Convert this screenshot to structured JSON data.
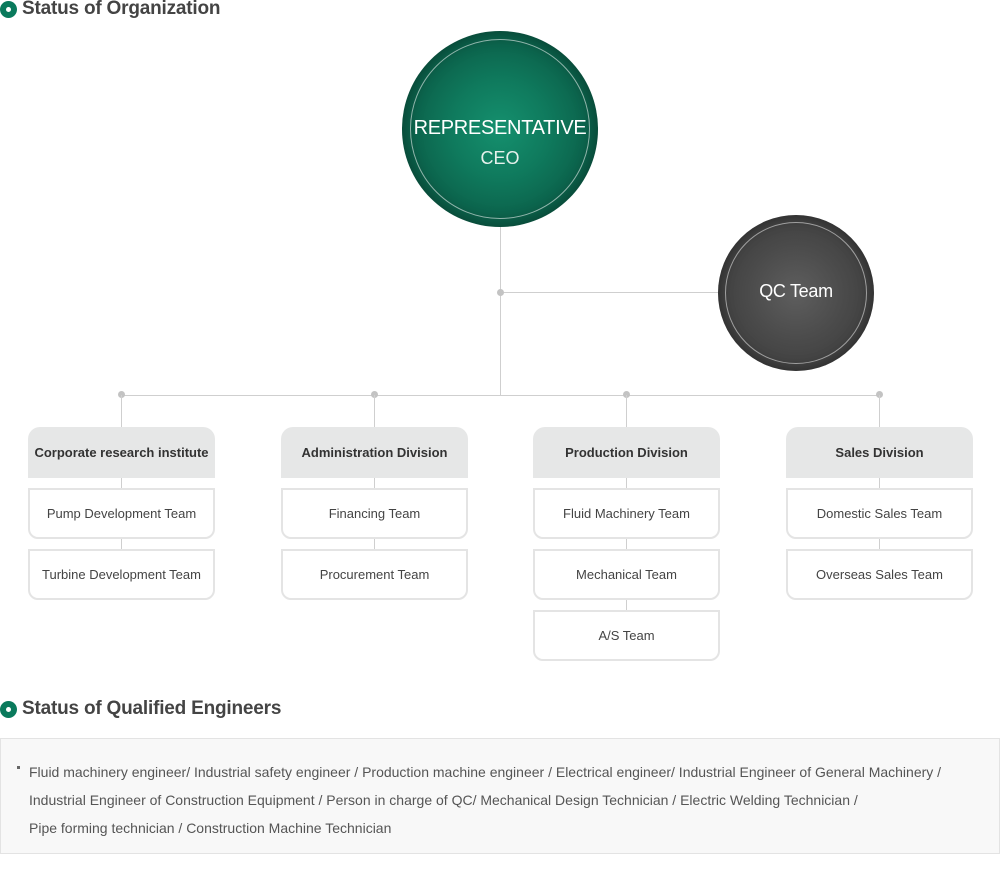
{
  "sections": {
    "organization_title": "Status of Organization",
    "engineers_title": "Status of Qualified Engineers"
  },
  "colors": {
    "accent": "#0a7a5c",
    "ceo_circle": "#0f7a5d",
    "qc_circle": "#4a4a4a",
    "division_bg": "#e6e7e7"
  },
  "ceo": {
    "title": "REPRESENTATIVE",
    "subtitle": "CEO"
  },
  "qc": {
    "title": "QC Team"
  },
  "divisions": [
    {
      "name": "Corporate research institute",
      "teams": [
        "Pump Development Team",
        "Turbine Development Team"
      ]
    },
    {
      "name": "Administration Division",
      "teams": [
        "Financing Team",
        "Procurement Team"
      ]
    },
    {
      "name": "Production Division",
      "teams": [
        "Fluid Machinery Team",
        "Mechanical Team",
        "A/S Team"
      ]
    },
    {
      "name": "Sales Division",
      "teams": [
        "Domestic Sales Team",
        "Overseas Sales Team"
      ]
    }
  ],
  "engineers": {
    "lines": [
      "Fluid machinery engineer/ Industrial safety engineer / Production machine engineer / Electrical engineer/ Industrial Engineer of General Machinery /",
      "Industrial Engineer of Construction Equipment / Person in charge of QC/ Mechanical Design Technician / Electric Welding Technician /",
      "Pipe forming technician / Construction Machine Technician"
    ]
  }
}
